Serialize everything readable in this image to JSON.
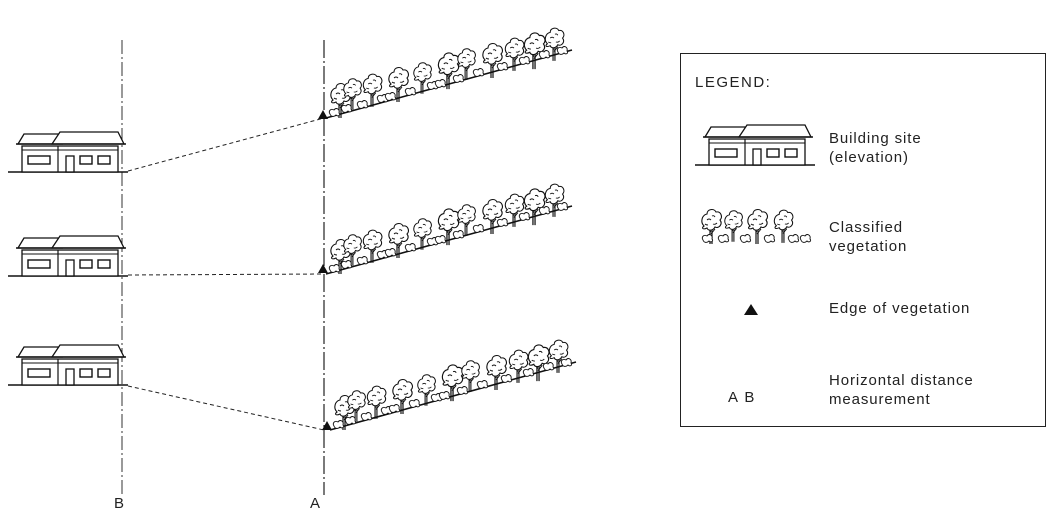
{
  "diagram": {
    "axis_labels": {
      "b": "B",
      "a": "A"
    },
    "rows": [
      "upper",
      "middle",
      "lower"
    ]
  },
  "legend": {
    "title": "LEGEND:",
    "items": [
      {
        "icon": "house-icon",
        "line1": "Building site",
        "line2": "(elevation)"
      },
      {
        "icon": "vegetation-icon",
        "line1": "Classified",
        "line2": "vegetation"
      },
      {
        "icon": "triangle-marker-icon",
        "line1": "Edge of vegetation",
        "line2": ""
      },
      {
        "icon": "ab-label",
        "symbol": "A B",
        "line1": "Horizontal distance",
        "line2": "measurement"
      }
    ]
  },
  "colors": {
    "ink": "#111111",
    "background": "#ffffff"
  }
}
